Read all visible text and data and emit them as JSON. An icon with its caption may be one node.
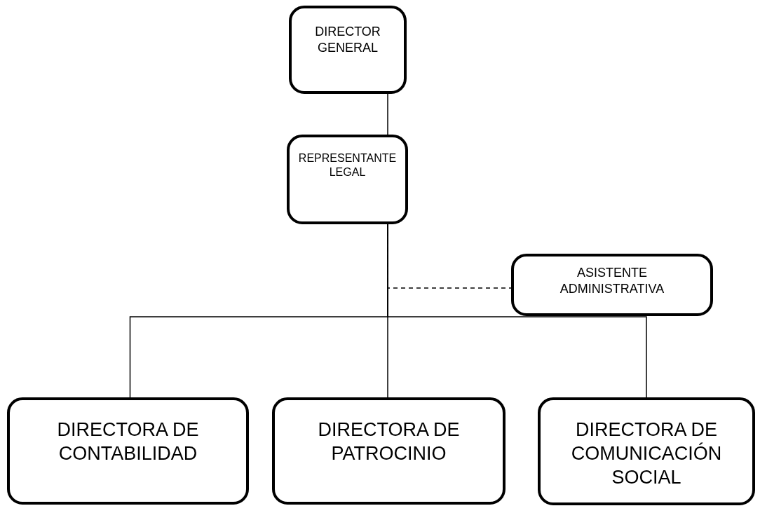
{
  "diagram": {
    "nodes": [
      {
        "text": [
          "DIRECTOR GENERAL"
        ]
      },
      {
        "text": [
          "REPRESENTANTE LEGAL"
        ]
      },
      {
        "text": [
          "ASISTENTE ADMINISTRATIVA"
        ]
      },
      {
        "text": [
          "DIRECTORA DE CONTABILIDAD"
        ]
      },
      {
        "text": [
          "DIRECTORA DE PATROCINIO"
        ]
      },
      {
        "text": [
          "DIRECTORA DE COMUNICACIÓN SOCIAL"
        ]
      }
    ],
    "edges": [
      {
        "from": 0,
        "to": 1,
        "arrow": "none"
      },
      {
        "from": 1,
        "to": 2,
        "arrow": "none",
        "style": "dashed"
      },
      {
        "from": 1,
        "to": 3,
        "arrow": "none"
      },
      {
        "from": 1,
        "to": 4,
        "arrow": "none"
      },
      {
        "from": 1,
        "to": 5,
        "arrow": "none"
      }
    ]
  }
}
